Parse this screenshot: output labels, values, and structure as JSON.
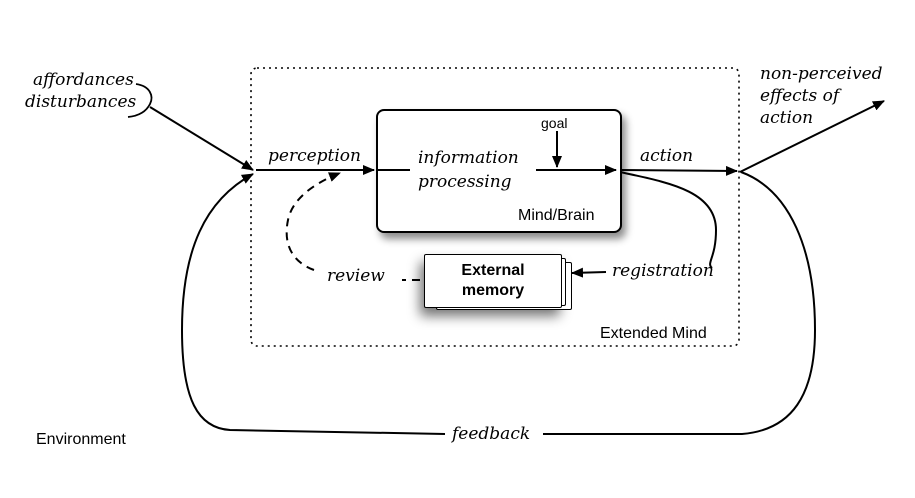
{
  "inputs": {
    "line1": "affordances",
    "line2": "disturbances"
  },
  "outputs": {
    "line1": "non-perceived",
    "line2": "effects of",
    "line3": "action"
  },
  "flows": {
    "perception": "perception",
    "information_processing_1": "information",
    "information_processing_2": "processing",
    "goal": "goal",
    "action": "action",
    "review": "review",
    "registration": "registration",
    "feedback": "feedback"
  },
  "boxes": {
    "mind_brain": "Mind/Brain",
    "external_memory_1": "External",
    "external_memory_2": "memory",
    "extended_mind": "Extended Mind",
    "environment": "Environment"
  }
}
